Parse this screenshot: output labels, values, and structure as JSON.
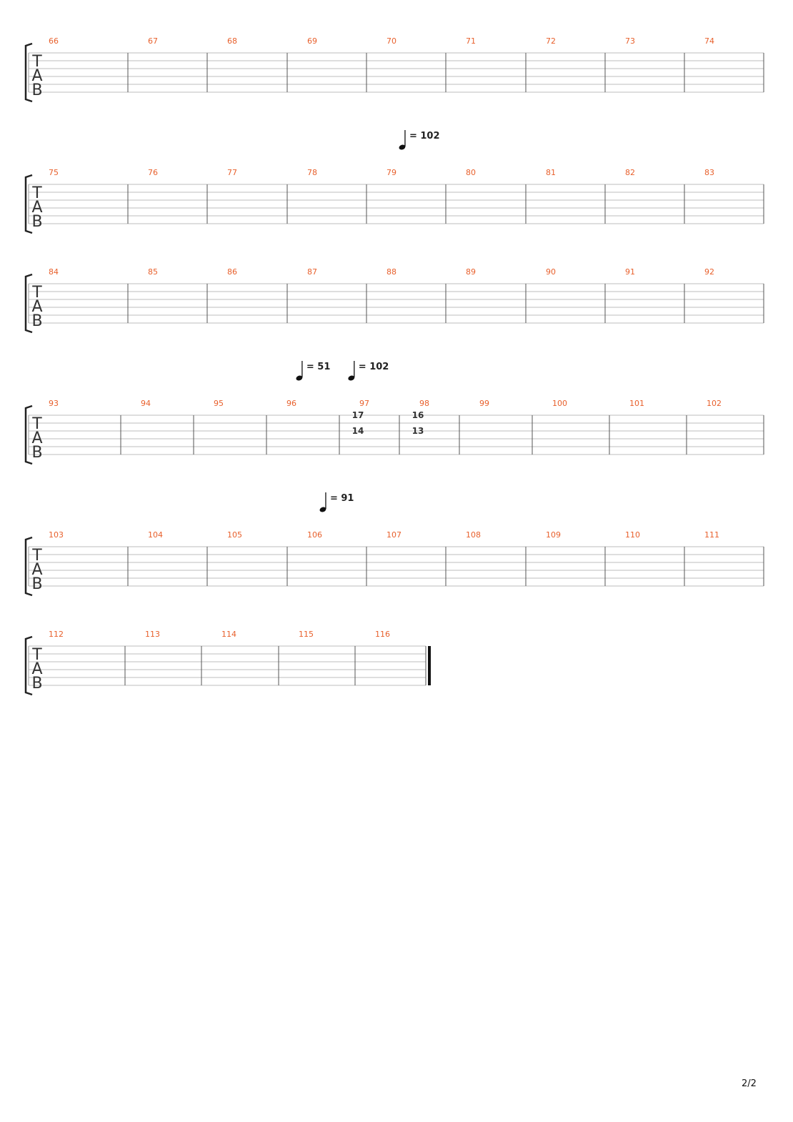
{
  "page": {
    "number": "2/2"
  },
  "tab_label": [
    "T",
    "A",
    "B"
  ],
  "systems": [
    {
      "measures": [
        "66",
        "67",
        "68",
        "69",
        "70",
        "71",
        "72",
        "73",
        "74"
      ],
      "tempos": [],
      "notes": [],
      "final": false
    },
    {
      "measures": [
        "75",
        "76",
        "77",
        "78",
        "79",
        "80",
        "81",
        "82",
        "83"
      ],
      "tempos": [
        {
          "measure": 4,
          "offset": 0.45,
          "bpm": "102"
        }
      ],
      "notes": [],
      "final": false
    },
    {
      "measures": [
        "84",
        "85",
        "86",
        "87",
        "88",
        "89",
        "90",
        "91",
        "92"
      ],
      "tempos": [],
      "notes": [],
      "final": false
    },
    {
      "measures": [
        "93",
        "94",
        "95",
        "96",
        "97",
        "98",
        "99",
        "100",
        "101",
        "102"
      ],
      "tempos": [
        {
          "measure": 3,
          "offset": 0.45,
          "bpm": "51"
        },
        {
          "measure": 4,
          "offset": 0.2,
          "bpm": "102"
        }
      ],
      "notes": [
        {
          "measure": 4,
          "string": 0,
          "fret": "17"
        },
        {
          "measure": 4,
          "string": 2,
          "fret": "14"
        },
        {
          "measure": 5,
          "string": 0,
          "fret": "16"
        },
        {
          "measure": 5,
          "string": 2,
          "fret": "13"
        }
      ],
      "final": false
    },
    {
      "measures": [
        "103",
        "104",
        "105",
        "106",
        "107",
        "108",
        "109",
        "110",
        "111"
      ],
      "tempos": [
        {
          "measure": 3,
          "offset": 0.45,
          "bpm": "91"
        }
      ],
      "notes": [],
      "final": false
    },
    {
      "measures": [
        "112",
        "113",
        "114",
        "115",
        "116"
      ],
      "tempos": [],
      "notes": [],
      "final": true
    }
  ]
}
